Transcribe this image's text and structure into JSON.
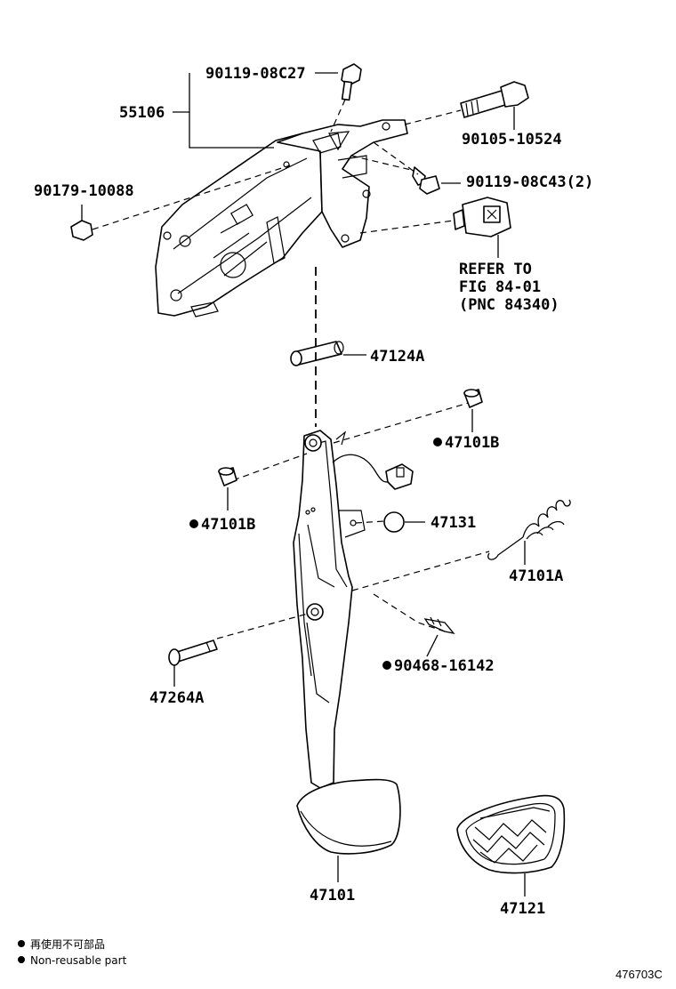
{
  "parts": {
    "bracket": "55106",
    "bolt_top": "90119-08C27",
    "bolt_pivot": "90105-10524",
    "bolt_side": "90119-08C43(2)",
    "nut": "90179-10088",
    "refer": [
      "REFER TO",
      "FIG 84-01",
      "(PNC 84340)"
    ],
    "sleeve": "47124A",
    "bushing_right": "47101B",
    "bushing_left": "47101B",
    "stopper": "47131",
    "spring": "47101A",
    "clip": "90468-16142",
    "pin": "47264A",
    "pedal": "47101",
    "pad": "47121"
  },
  "legend": {
    "jp": "再使用不可部品",
    "en": "Non-reusable part"
  },
  "catalog_number": "476703C"
}
